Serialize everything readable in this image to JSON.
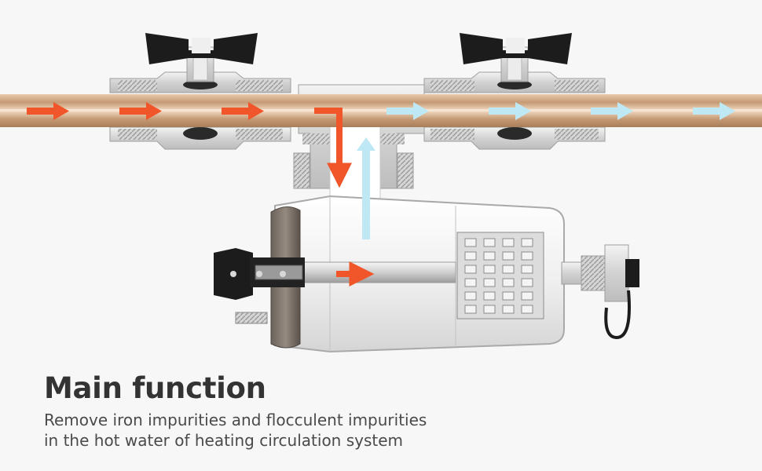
{
  "caption": {
    "title": "Main function",
    "lines": [
      "Remove iron impurities and flocculent impurities",
      "in the hot water of heating circulation system"
    ]
  },
  "colors": {
    "inflow_arrow": "#f0562a",
    "outflow_arrow": "#bfe8f5",
    "pipe": "#c9a27e",
    "handle": "#1c1c1c",
    "metal": "#d9d9d9"
  },
  "icons": {
    "valve_handles": [
      "butterfly-handle-icon",
      "butterfly-handle-icon"
    ],
    "flow_arrows": [
      "orange-arrow-icon",
      "light-blue-arrow-icon"
    ]
  }
}
